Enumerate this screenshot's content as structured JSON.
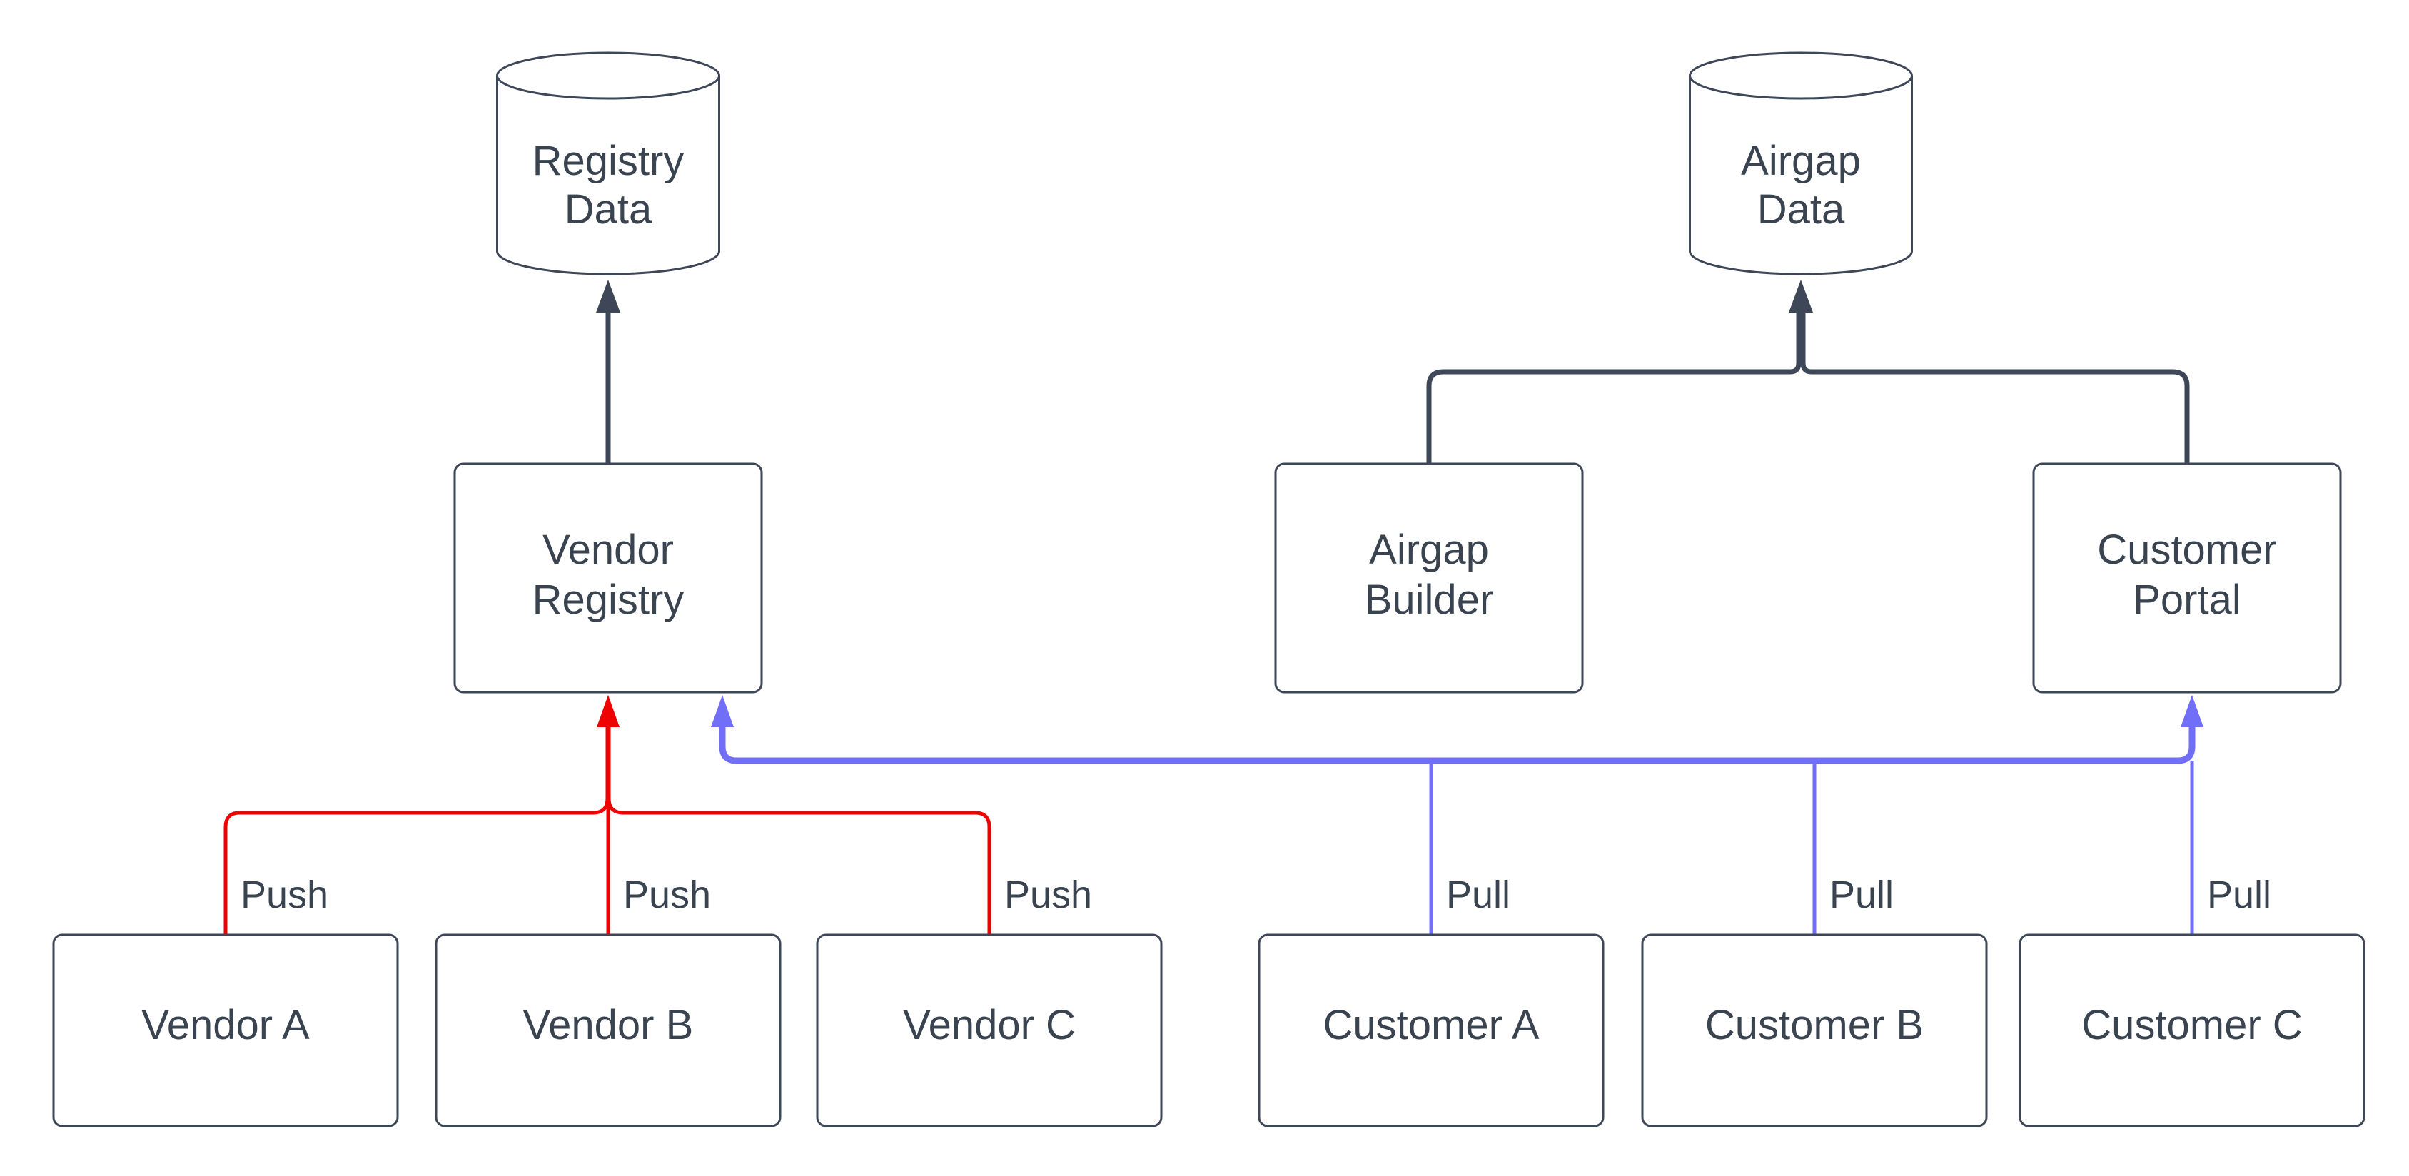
{
  "diagram": {
    "background": "#ffffff",
    "colors": {
      "node_stroke": "#3d4757",
      "text": "#3a4350",
      "push": "#ee0202",
      "pull": "#716ef8",
      "dark_edge": "#3d4757",
      "node_fill": "#ffffff"
    },
    "nodes": {
      "registry_data": {
        "shape": "cylinder",
        "lines": [
          "Registry",
          "Data"
        ]
      },
      "airgap_data": {
        "shape": "cylinder",
        "lines": [
          "Airgap",
          "Data"
        ]
      },
      "vendor_registry": {
        "shape": "rect",
        "lines": [
          "Vendor",
          "Registry"
        ]
      },
      "airgap_builder": {
        "shape": "rect",
        "lines": [
          "Airgap",
          "Builder"
        ]
      },
      "customer_portal": {
        "shape": "rect",
        "lines": [
          "Customer",
          "Portal"
        ]
      },
      "vendor_a": {
        "shape": "rect",
        "label": "Vendor A"
      },
      "vendor_b": {
        "shape": "rect",
        "label": "Vendor B"
      },
      "vendor_c": {
        "shape": "rect",
        "label": "Vendor C"
      },
      "customer_a": {
        "shape": "rect",
        "label": "Customer A"
      },
      "customer_b": {
        "shape": "rect",
        "label": "Customer B"
      },
      "customer_c": {
        "shape": "rect",
        "label": "Customer C"
      }
    },
    "edges": [
      {
        "from": "vendor_a",
        "to": "vendor_registry",
        "label": "Push",
        "type": "push"
      },
      {
        "from": "vendor_b",
        "to": "vendor_registry",
        "label": "Push",
        "type": "push"
      },
      {
        "from": "vendor_c",
        "to": "vendor_registry",
        "label": "Push",
        "type": "push"
      },
      {
        "from": "customer_a",
        "to": "vendor_registry",
        "label": "Pull",
        "type": "pull"
      },
      {
        "from": "customer_b",
        "to": "vendor_registry",
        "label": "Pull",
        "type": "pull"
      },
      {
        "from": "customer_c",
        "to": "customer_portal",
        "label": "Pull",
        "type": "pull"
      },
      {
        "from": "vendor_registry",
        "to": "registry_data",
        "label": "",
        "type": "dark"
      },
      {
        "from": "airgap_builder",
        "to": "airgap_data",
        "label": "",
        "type": "dark"
      },
      {
        "from": "customer_portal",
        "to": "airgap_data",
        "label": "",
        "type": "dark"
      }
    ]
  }
}
